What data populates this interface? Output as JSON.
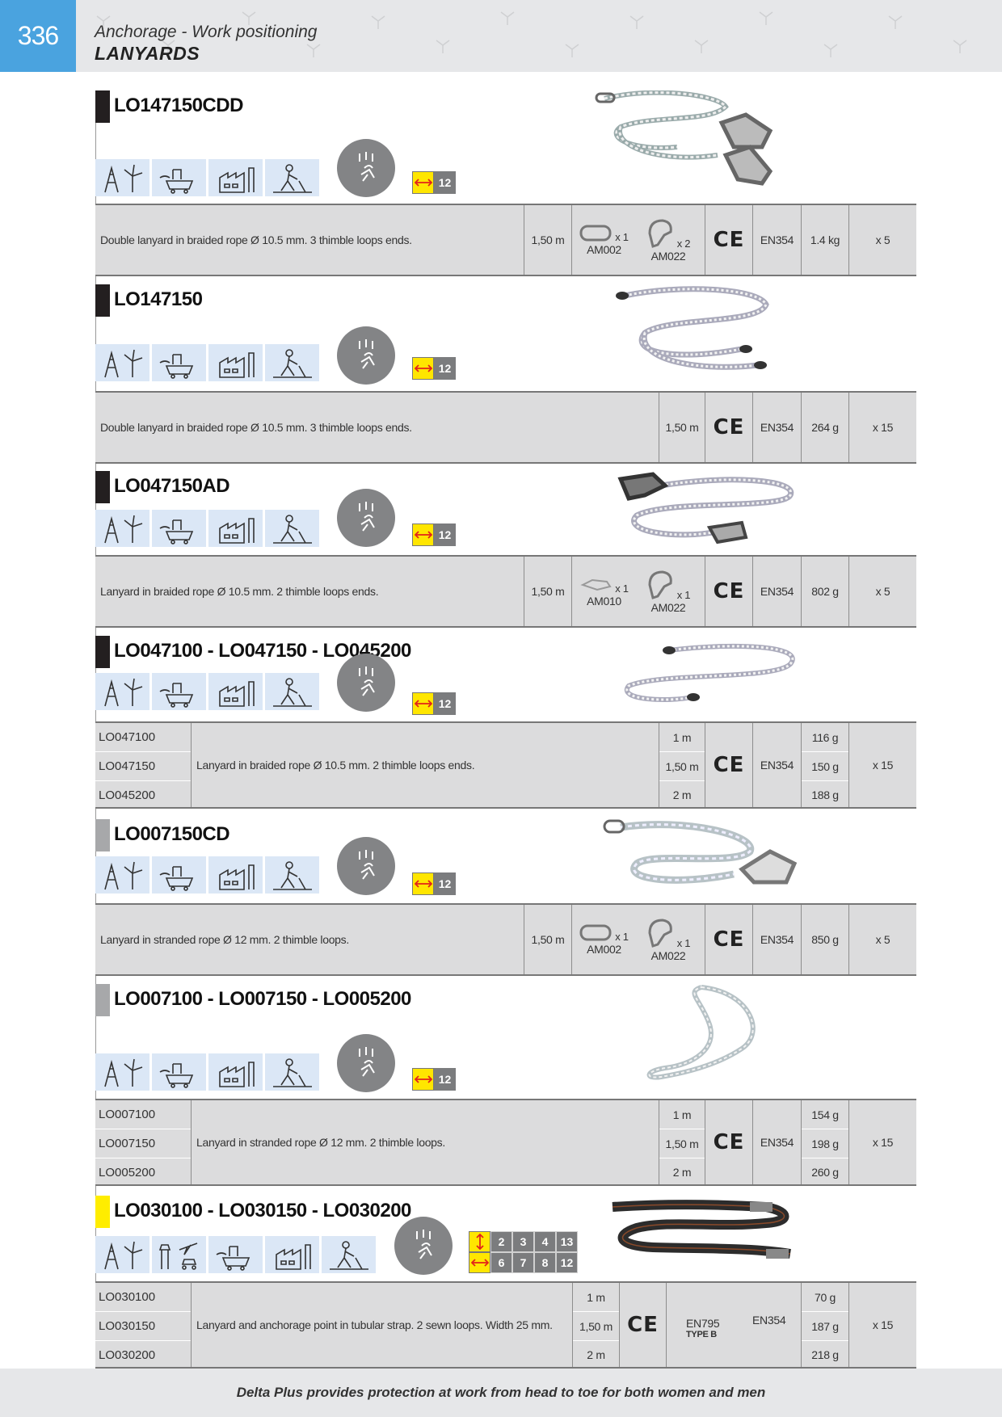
{
  "header": {
    "page_number": "336",
    "subtitle": "Anchorage - Work positioning",
    "title": "LANYARDS"
  },
  "colors": {
    "accent_blue": "#4aa3df",
    "bar_black": "#231f20",
    "bar_grey": "#a7a8aa",
    "bar_yellow": "#ffed00",
    "icon_bg": "#dbe7f6",
    "spec_bg": "#dcdcdd",
    "length_yellow": "#ffe600"
  },
  "icons": {
    "wind": "wind-turbine-icon",
    "mining": "mining-cart-icon",
    "aviation": "aviation-icon",
    "industry": "factory-icon",
    "construction": "construction-worker-icon",
    "fall": "fall-arrest-icon",
    "length": "length-arrow-icon",
    "height": "height-arrow-icon"
  },
  "products": [
    {
      "code": "LO147150CDD",
      "length_badge": "12",
      "description": "Double lanyard in braided rope Ø 10.5 mm. 3 thimble loops ends.",
      "length": "1,50 m",
      "accessories": [
        {
          "qty": "x 1",
          "ref": "AM002"
        },
        {
          "qty": "x 2",
          "ref": "AM022"
        }
      ],
      "ce": "CE",
      "norm": "EN354",
      "weight": "1.4 kg",
      "pack": "x 5"
    },
    {
      "code": "LO147150",
      "length_badge": "12",
      "description": "Double lanyard in braided rope Ø 10.5 mm. 3 thimble loops ends.",
      "length": "1,50 m",
      "ce": "CE",
      "norm": "EN354",
      "weight": "264 g",
      "pack": "x 15"
    },
    {
      "code": "LO047150AD",
      "length_badge": "12",
      "description": "Lanyard in braided rope Ø 10.5 mm. 2 thimble loops ends.",
      "length": "1,50 m",
      "accessories": [
        {
          "qty": "x 1",
          "ref": "AM010"
        },
        {
          "qty": "x 1",
          "ref": "AM022"
        }
      ],
      "ce": "CE",
      "norm": "EN354",
      "weight": "802 g",
      "pack": "x 5"
    },
    {
      "code": "LO047100 - LO047150 - LO045200",
      "length_badge": "12",
      "description": "Lanyard in braided rope Ø 10.5 mm. 2 thimble loops ends.",
      "rows": [
        {
          "ref": "LO047100",
          "length": "1 m",
          "weight": "116 g"
        },
        {
          "ref": "LO047150",
          "length": "1,50 m",
          "weight": "150 g"
        },
        {
          "ref": "LO045200",
          "length": "2 m",
          "weight": "188 g"
        }
      ],
      "ce": "CE",
      "norm": "EN354",
      "pack": "x 15"
    },
    {
      "code": "LO007150CD",
      "length_badge": "12",
      "description": "Lanyard in stranded rope Ø 12 mm. 2 thimble loops.",
      "length": "1,50 m",
      "accessories": [
        {
          "qty": "x 1",
          "ref": "AM002"
        },
        {
          "qty": "x 1",
          "ref": "AM022"
        }
      ],
      "ce": "CE",
      "norm": "EN354",
      "weight": "850 g",
      "pack": "x 5"
    },
    {
      "code": "LO007100 - LO007150 - LO005200",
      "length_badge": "12",
      "description": "Lanyard in stranded rope Ø 12 mm. 2 thimble loops.",
      "rows": [
        {
          "ref": "LO007100",
          "length": "1 m",
          "weight": "154 g"
        },
        {
          "ref": "LO007150",
          "length": "1,50 m",
          "weight": "198 g"
        },
        {
          "ref": "LO005200",
          "length": "2 m",
          "weight": "260 g"
        }
      ],
      "ce": "CE",
      "norm": "EN354",
      "pack": "x 15"
    },
    {
      "code": "LO030100 -  LO030150 - LO030200",
      "badge_grid": {
        "height_values": [
          "2",
          "3",
          "4",
          "13"
        ],
        "length_values": [
          "6",
          "7",
          "8",
          "12"
        ]
      },
      "description": "Lanyard and anchorage point in tubular strap. 2 sewn loops. Width 25 mm.",
      "rows": [
        {
          "ref": "LO030100",
          "length": "1 m",
          "weight": "70 g"
        },
        {
          "ref": "LO030150",
          "length": "1,50 m",
          "weight": "187 g"
        },
        {
          "ref": "LO030200",
          "length": "2 m",
          "weight": "218 g"
        }
      ],
      "ce": "CE",
      "norm1": "EN795",
      "norm1_type": "TYPE B",
      "norm2": "EN354",
      "pack": "x 15"
    }
  ],
  "footer": "Delta Plus provides protection at work from head to toe for both women and men"
}
